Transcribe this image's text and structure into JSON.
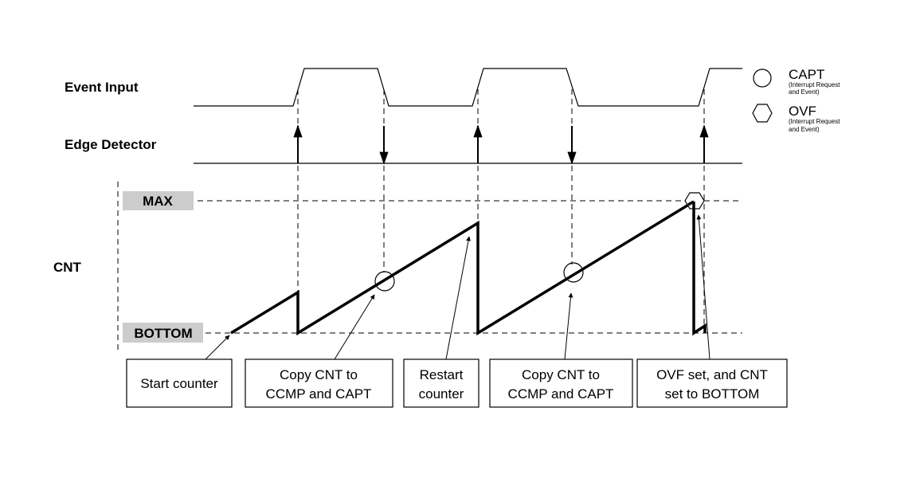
{
  "signals": {
    "event_input": "Event Input",
    "edge_detector": "Edge Detector",
    "cnt": "CNT"
  },
  "levels": {
    "max": "MAX",
    "bottom": "BOTTOM"
  },
  "legend": [
    {
      "symbol": "circle",
      "title": "CAPT",
      "sub1": "(Interrupt Request",
      "sub2": "and Event)"
    },
    {
      "symbol": "hexagon",
      "title": "OVF",
      "sub1": "(Interrupt Request",
      "sub2": "and Event)"
    }
  ],
  "edges": [
    {
      "type": "rising",
      "detector_arrow": "up"
    },
    {
      "type": "falling",
      "detector_arrow": "down"
    },
    {
      "type": "rising",
      "detector_arrow": "up"
    },
    {
      "type": "falling",
      "detector_arrow": "down"
    },
    {
      "type": "rising",
      "detector_arrow": "up"
    }
  ],
  "annotations": [
    {
      "line1": "Start counter",
      "line2": ""
    },
    {
      "line1": "Copy CNT to",
      "line2": "CCMP and CAPT"
    },
    {
      "line1": "Restart",
      "line2": "counter"
    },
    {
      "line1": "Copy CNT to",
      "line2": "CCMP and CAPT"
    },
    {
      "line1": "OVF set, and CNT",
      "line2": "set to BOTTOM"
    }
  ],
  "colors": {
    "level_box": "#cccccc",
    "line": "#000000"
  }
}
